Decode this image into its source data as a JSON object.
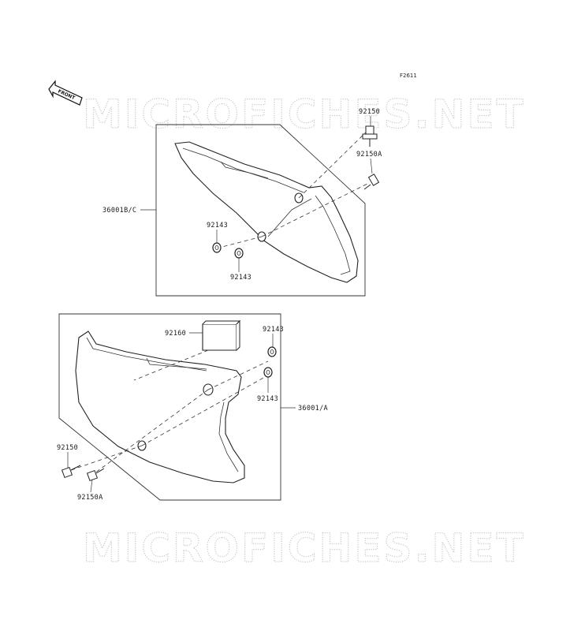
{
  "figure_code": "F2611",
  "front_arrow_label": "FRONT",
  "watermarks": [
    "MICROFICHES.NET",
    "MICROFICHES.NET"
  ],
  "upper_group": {
    "assembly_label": "36001B/C",
    "bolt_a_label": "92150",
    "bolt_b_label": "92150A",
    "washer_upper_label": "92143",
    "washer_lower_label": "92143"
  },
  "lower_group": {
    "pad_label": "92160",
    "washer_top_label": "92143",
    "washer_mid_label": "92143",
    "assembly_label": "36001/A",
    "bolt_a_label": "92150",
    "bolt_b_label": "92150A"
  }
}
